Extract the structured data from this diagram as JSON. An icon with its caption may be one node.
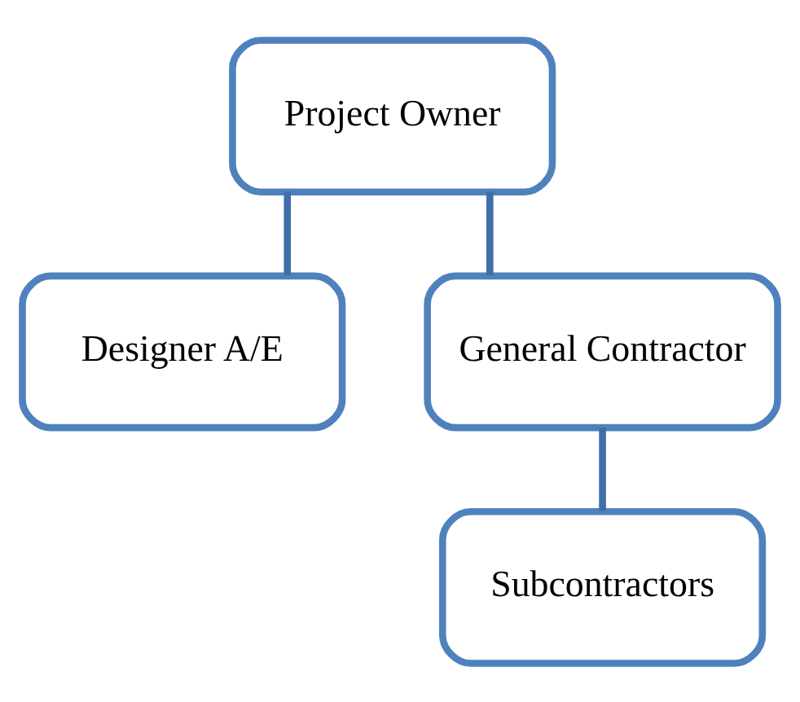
{
  "diagram": {
    "nodes": [
      {
        "text": [
          "Project Owner"
        ]
      },
      {
        "text": [
          "Designer A/E"
        ]
      },
      {
        "text": [
          "General Contractor"
        ]
      },
      {
        "text": [
          "Subcontractors"
        ]
      }
    ],
    "edges": [
      {
        "from": 0,
        "to": 1,
        "arrow": "none"
      },
      {
        "from": 0,
        "to": 2,
        "arrow": "none"
      },
      {
        "from": 2,
        "to": 3,
        "arrow": "none"
      }
    ]
  }
}
